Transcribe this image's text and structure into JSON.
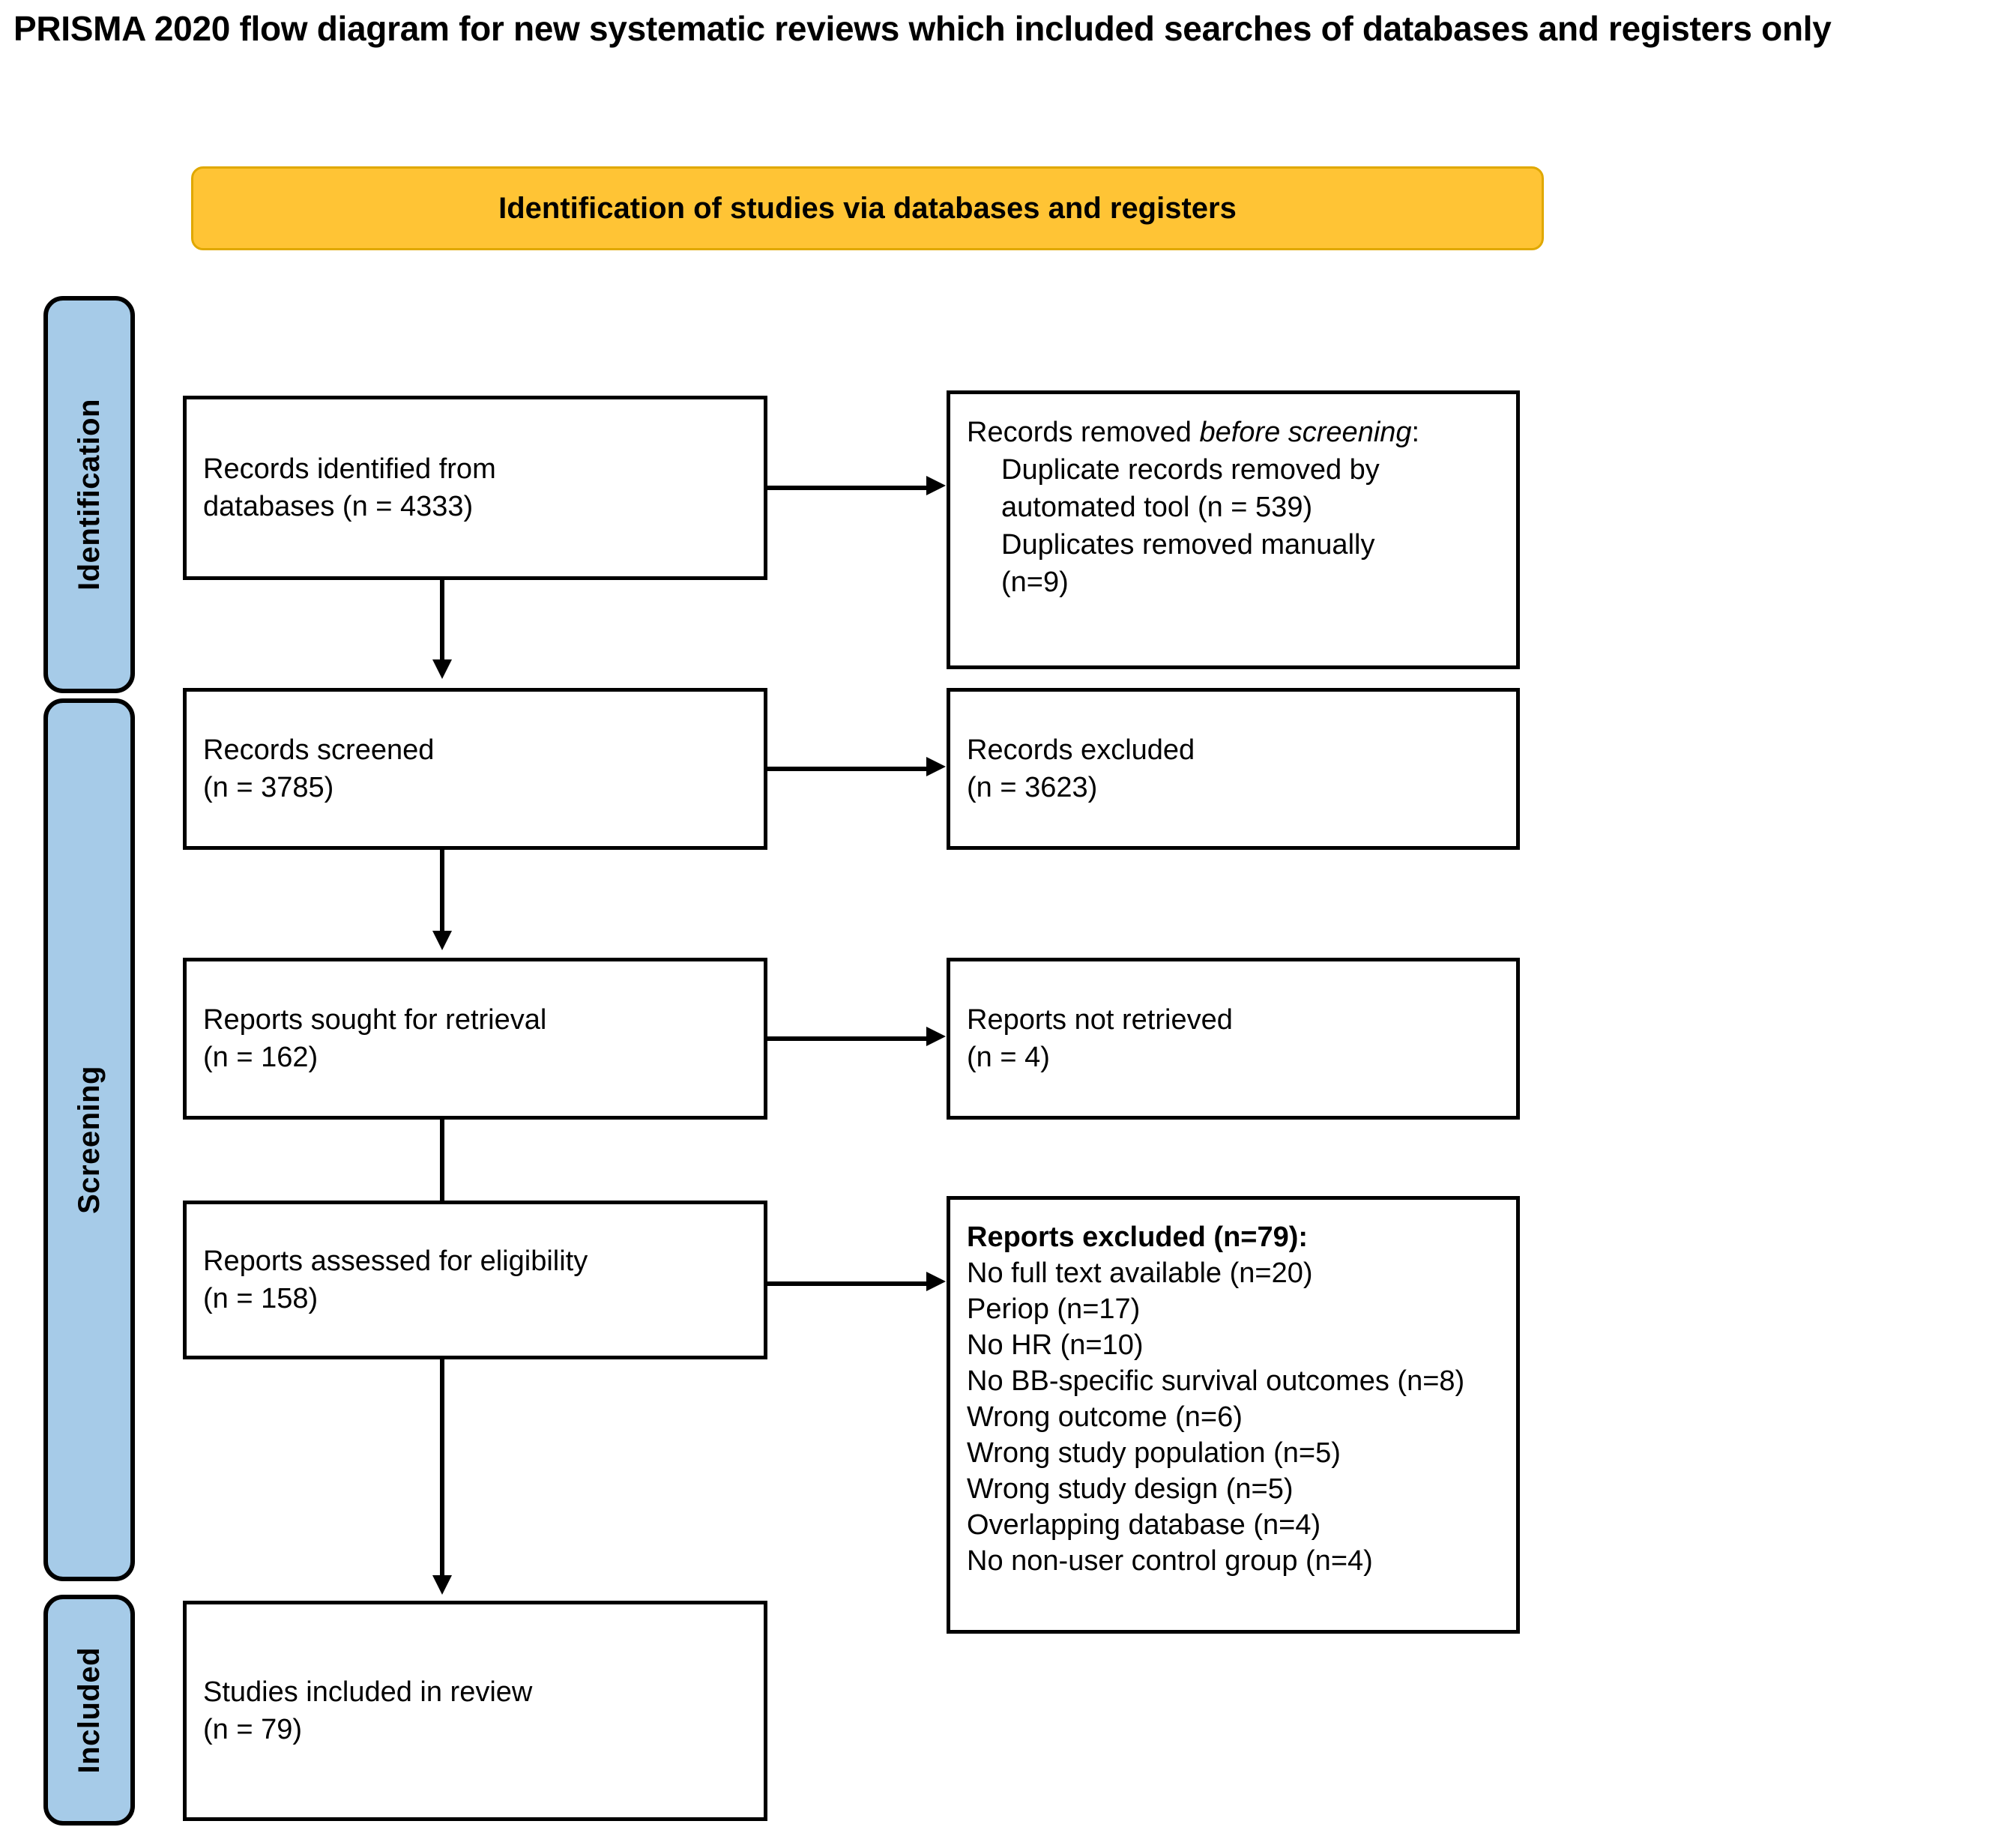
{
  "title": "PRISMA 2020 flow diagram for new systematic reviews which included searches of databases and registers only",
  "colors": {
    "banner_fill": "#FFC435",
    "banner_border": "#E0A800",
    "stage_fill": "#A6CBE8",
    "stage_border": "#000000",
    "box_border": "#000000",
    "text": "#000000"
  },
  "banner": {
    "label": "Identification of studies via databases and registers"
  },
  "stages": [
    {
      "label": "Identification"
    },
    {
      "label": "Screening"
    },
    {
      "label": "Included"
    }
  ],
  "boxes": {
    "records_identified": {
      "lines": [
        "Records identified from",
        "databases (n = 4333)"
      ]
    },
    "records_removed": {
      "heading_prefix": "Records removed ",
      "heading_italic": "before screening",
      "heading_suffix": ":",
      "lines": [
        "Duplicate records removed by",
        "automated tool  (n = 539)",
        "Duplicates removed manually",
        "(n=9)"
      ]
    },
    "records_screened": {
      "lines": [
        "Records screened",
        "(n = 3785)"
      ]
    },
    "records_excluded": {
      "lines": [
        "Records excluded",
        "(n = 3623)"
      ]
    },
    "reports_sought": {
      "lines": [
        "Reports sought for retrieval",
        "(n = 162)"
      ]
    },
    "reports_not_retrieved": {
      "lines": [
        "Reports not retrieved",
        "(n = 4)"
      ]
    },
    "reports_assessed": {
      "lines": [
        "Reports assessed for eligibility",
        "(n = 158)"
      ]
    },
    "reports_excluded": {
      "heading": "Reports excluded (n=79):",
      "reasons": [
        "No full text available (n=20)",
        "Periop (n=17)",
        "No HR (n=10)",
        "No BB-specific survival outcomes (n=8)",
        "Wrong outcome (n=6)",
        "Wrong study population (n=5)",
        "Wrong study design (n=5)",
        "Overlapping database (n=4)",
        "No non-user control group (n=4)"
      ]
    },
    "studies_included": {
      "lines": [
        "Studies included in review",
        "(n = 79)"
      ]
    }
  },
  "chart_data": {
    "type": "diagram",
    "diagram_kind": "PRISMA 2020 flow diagram",
    "title": "PRISMA 2020 flow diagram for new systematic reviews which included searches of databases and registers only",
    "section_header": "Identification of studies via databases and registers",
    "stage_labels": [
      "Identification",
      "Screening",
      "Included"
    ],
    "nodes": [
      {
        "id": "records_identified",
        "stage": "Identification",
        "label": "Records identified from databases",
        "n": 4333
      },
      {
        "id": "records_removed",
        "stage": "Identification",
        "label": "Records removed before screening",
        "children": [
          {
            "label": "Duplicate records removed by automated tool",
            "n": 539
          },
          {
            "label": "Duplicates removed manually",
            "n": 9
          }
        ]
      },
      {
        "id": "records_screened",
        "stage": "Screening",
        "label": "Records screened",
        "n": 3785
      },
      {
        "id": "records_excluded",
        "stage": "Screening",
        "label": "Records excluded",
        "n": 3623
      },
      {
        "id": "reports_sought",
        "stage": "Screening",
        "label": "Reports sought for retrieval",
        "n": 162
      },
      {
        "id": "reports_not_retrieved",
        "stage": "Screening",
        "label": "Reports not retrieved",
        "n": 4
      },
      {
        "id": "reports_assessed",
        "stage": "Screening",
        "label": "Reports assessed for eligibility",
        "n": 158
      },
      {
        "id": "reports_excluded",
        "stage": "Screening",
        "label": "Reports excluded",
        "n": 79,
        "children": [
          {
            "label": "No full text available",
            "n": 20
          },
          {
            "label": "Periop",
            "n": 17
          },
          {
            "label": "No HR",
            "n": 10
          },
          {
            "label": "No BB-specific survival outcomes",
            "n": 8
          },
          {
            "label": "Wrong outcome",
            "n": 6
          },
          {
            "label": "Wrong study population",
            "n": 5
          },
          {
            "label": "Wrong study design",
            "n": 5
          },
          {
            "label": "Overlapping database",
            "n": 4
          },
          {
            "label": "No non-user control group",
            "n": 4
          }
        ]
      },
      {
        "id": "studies_included",
        "stage": "Included",
        "label": "Studies included in review",
        "n": 79
      }
    ],
    "edges": [
      {
        "from": "records_identified",
        "to": "records_removed",
        "direction": "right"
      },
      {
        "from": "records_identified",
        "to": "records_screened",
        "direction": "down"
      },
      {
        "from": "records_screened",
        "to": "records_excluded",
        "direction": "right"
      },
      {
        "from": "records_screened",
        "to": "reports_sought",
        "direction": "down"
      },
      {
        "from": "reports_sought",
        "to": "reports_not_retrieved",
        "direction": "right"
      },
      {
        "from": "reports_sought",
        "to": "reports_assessed",
        "direction": "down"
      },
      {
        "from": "reports_assessed",
        "to": "reports_excluded",
        "direction": "right"
      },
      {
        "from": "reports_assessed",
        "to": "studies_included",
        "direction": "down"
      }
    ]
  }
}
